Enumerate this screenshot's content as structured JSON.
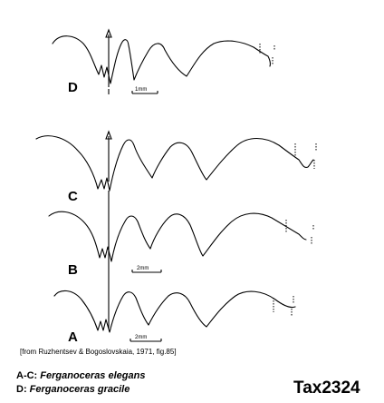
{
  "sutures": [
    {
      "label": "D",
      "scale": "1mm"
    },
    {
      "label": "C",
      "scale": ""
    },
    {
      "label": "B",
      "scale": "2mm"
    },
    {
      "label": "A",
      "scale": "2mm"
    }
  ],
  "source": "[from Ruzhentsev & Bogoslovskaia, 1971, fig.85]",
  "species": {
    "line1_prefix": "A-C: ",
    "line1_name": "Ferganoceras elegans",
    "line2_prefix": "D: ",
    "line2_name": "Ferganoceras gracile"
  },
  "tax_id": "Tax2324"
}
